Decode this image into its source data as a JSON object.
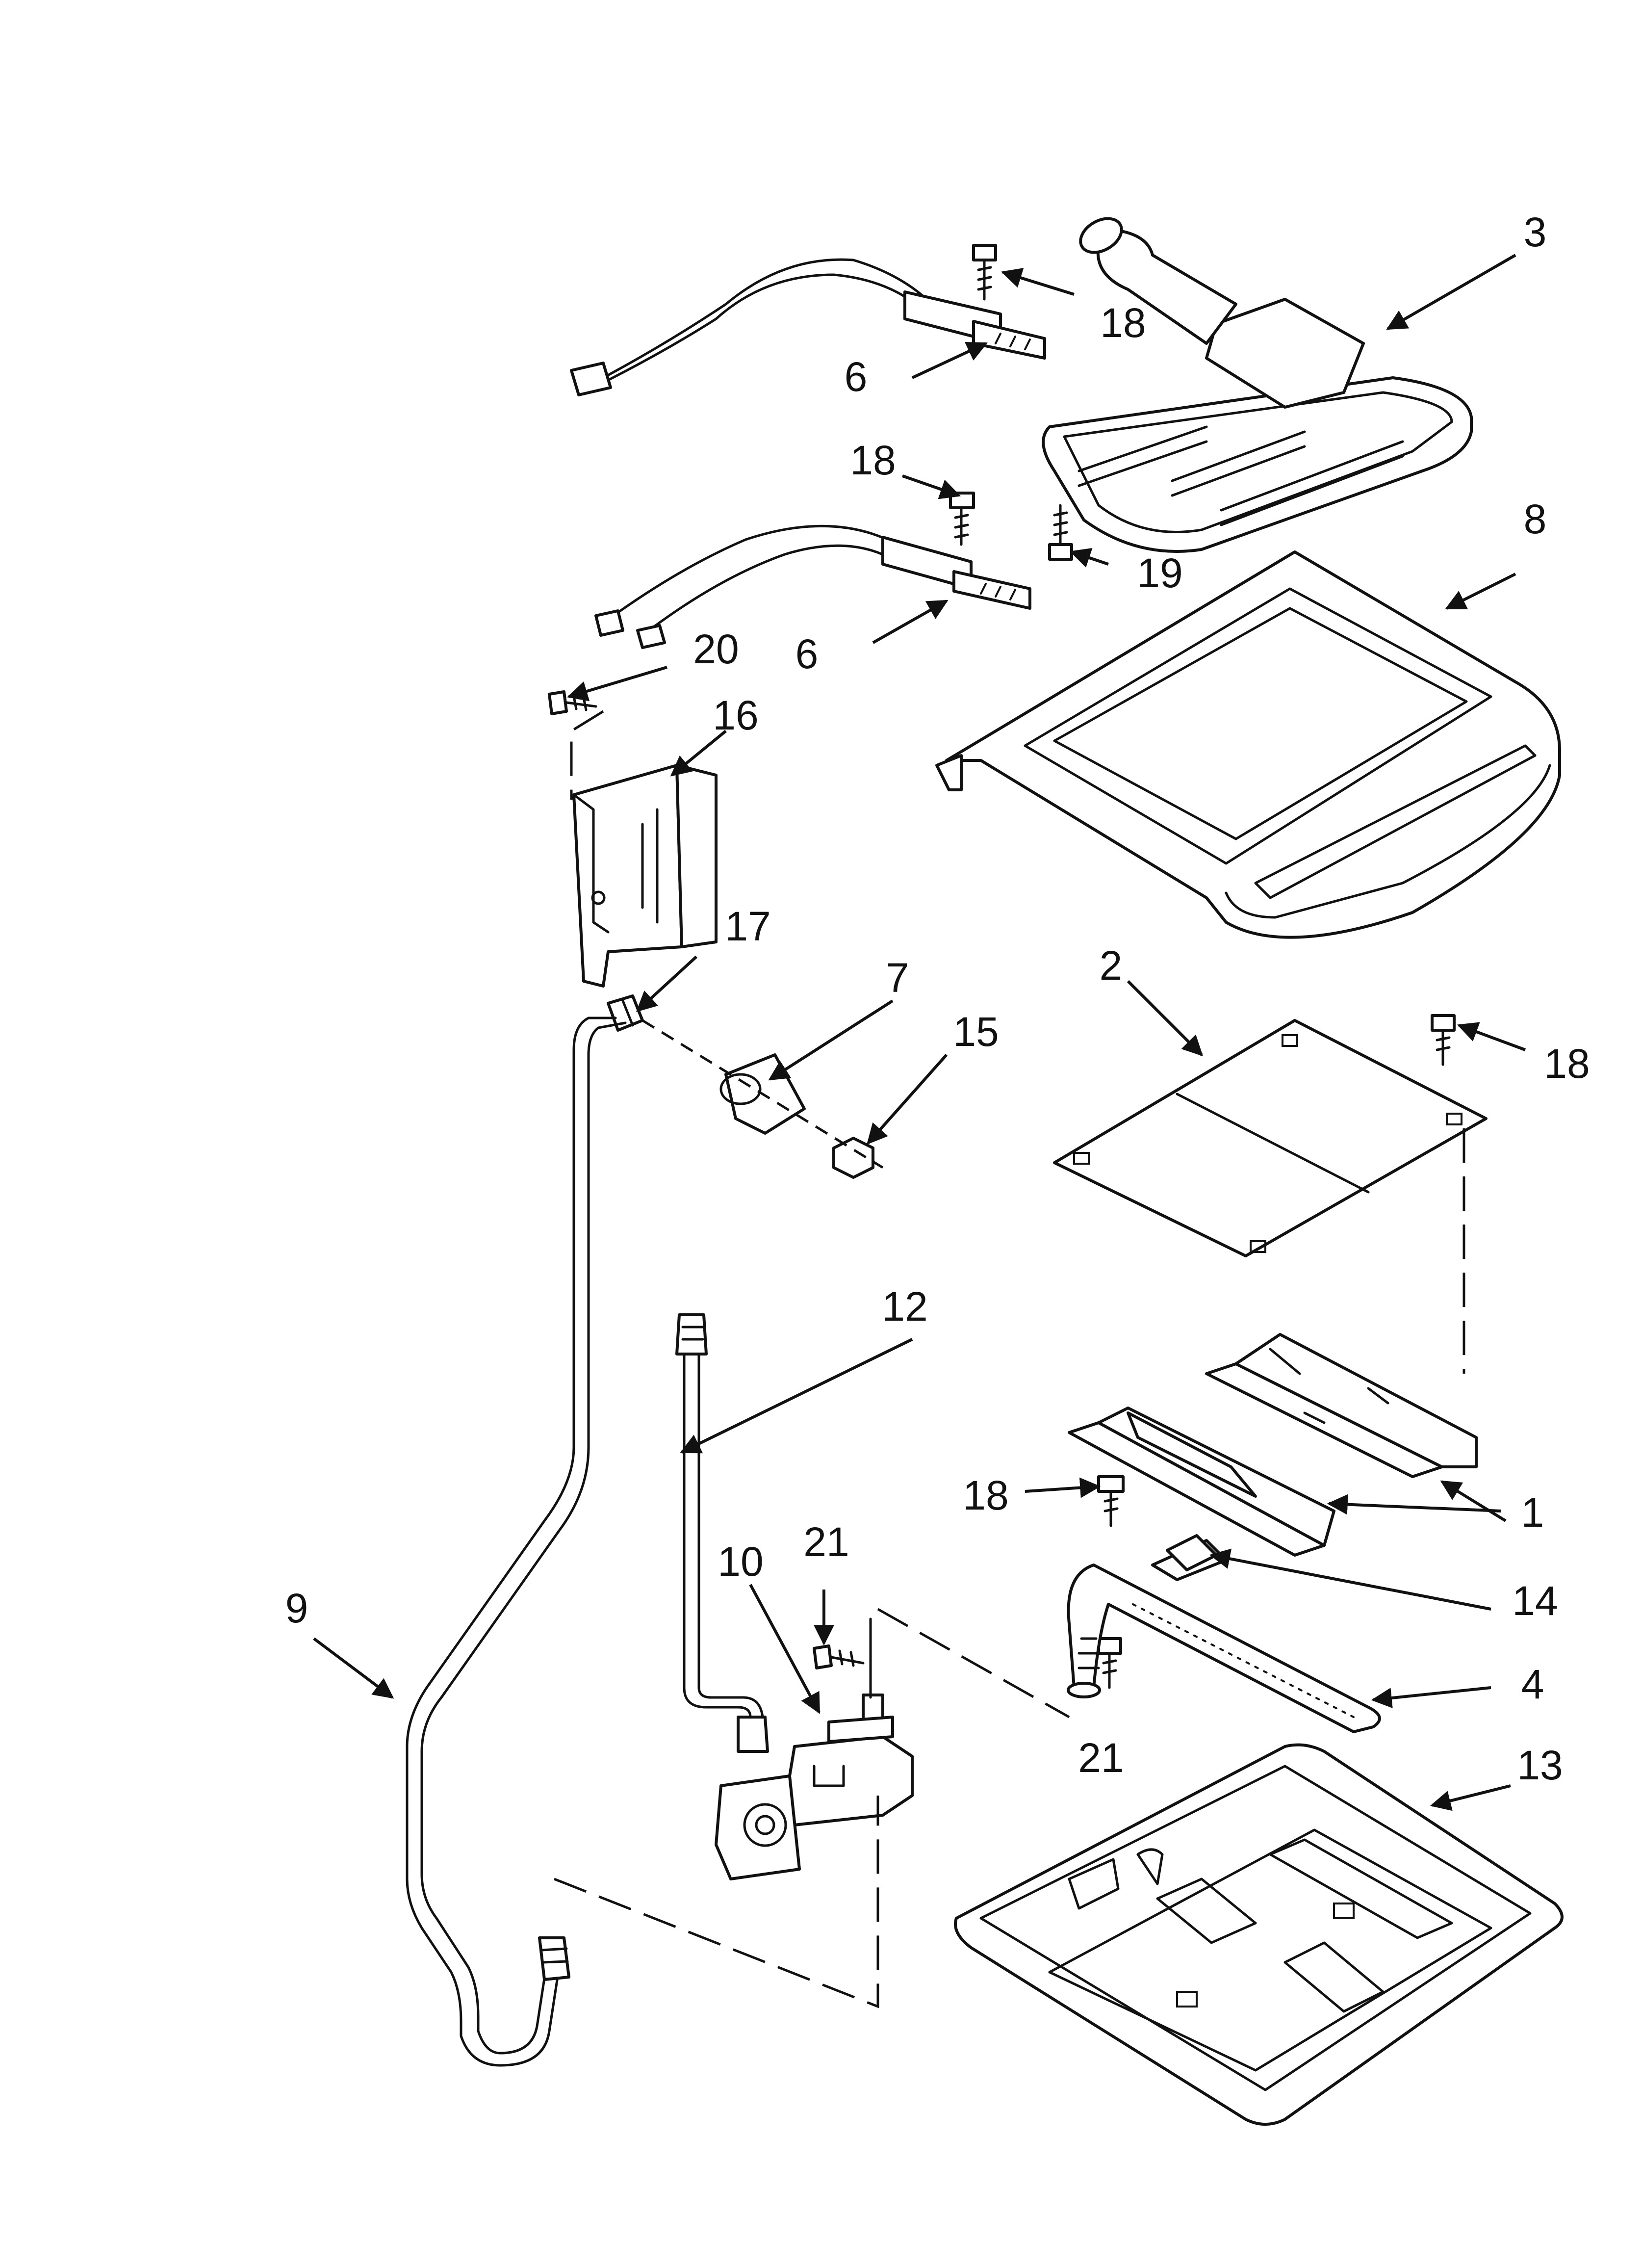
{
  "diagram": {
    "style": "exploded parts view, black line art on white",
    "callouts": {
      "c1": "1",
      "c2": "2",
      "c3": "3",
      "c4": "4",
      "c6a": "6",
      "c6b": "6",
      "c7": "7",
      "c8": "8",
      "c9": "9",
      "c10": "10",
      "c12": "12",
      "c13": "13",
      "c14": "14",
      "c15": "15",
      "c16": "16",
      "c17": "17",
      "c18a": "18",
      "c18b": "18",
      "c18c": "18",
      "c18d": "18",
      "c19": "19",
      "c20": "20",
      "c21a": "21",
      "c21b": "21"
    }
  }
}
